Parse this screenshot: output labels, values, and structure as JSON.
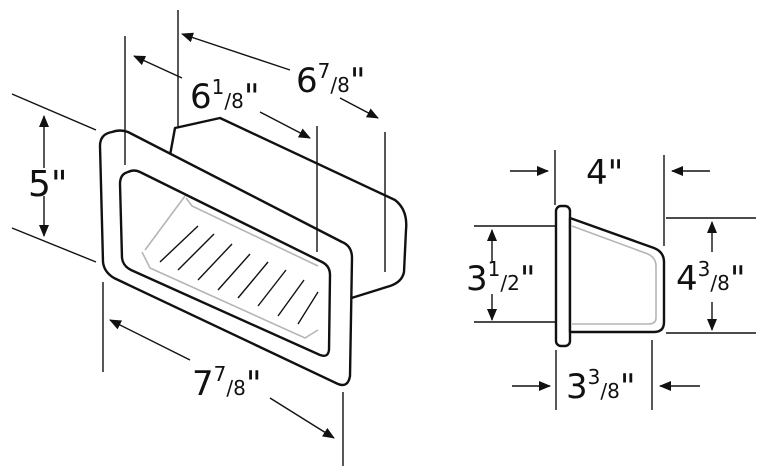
{
  "left_view": {
    "height_label": "5\"",
    "inner_depth": {
      "whole": "6",
      "num": "1",
      "den": "8",
      "unit": "\""
    },
    "outer_depth": {
      "whole": "6",
      "num": "7",
      "den": "8",
      "unit": "\""
    },
    "width": {
      "whole": "7",
      "num": "7",
      "den": "8",
      "unit": "\""
    }
  },
  "right_view": {
    "depth_label": "4\"",
    "inner_height": {
      "whole": "3",
      "num": "1",
      "den": "2",
      "unit": "\""
    },
    "outer_height": {
      "whole": "4",
      "num": "3",
      "den": "8",
      "unit": "\""
    },
    "bottom_depth": {
      "whole": "3",
      "num": "3",
      "den": "8",
      "unit": "\""
    }
  }
}
